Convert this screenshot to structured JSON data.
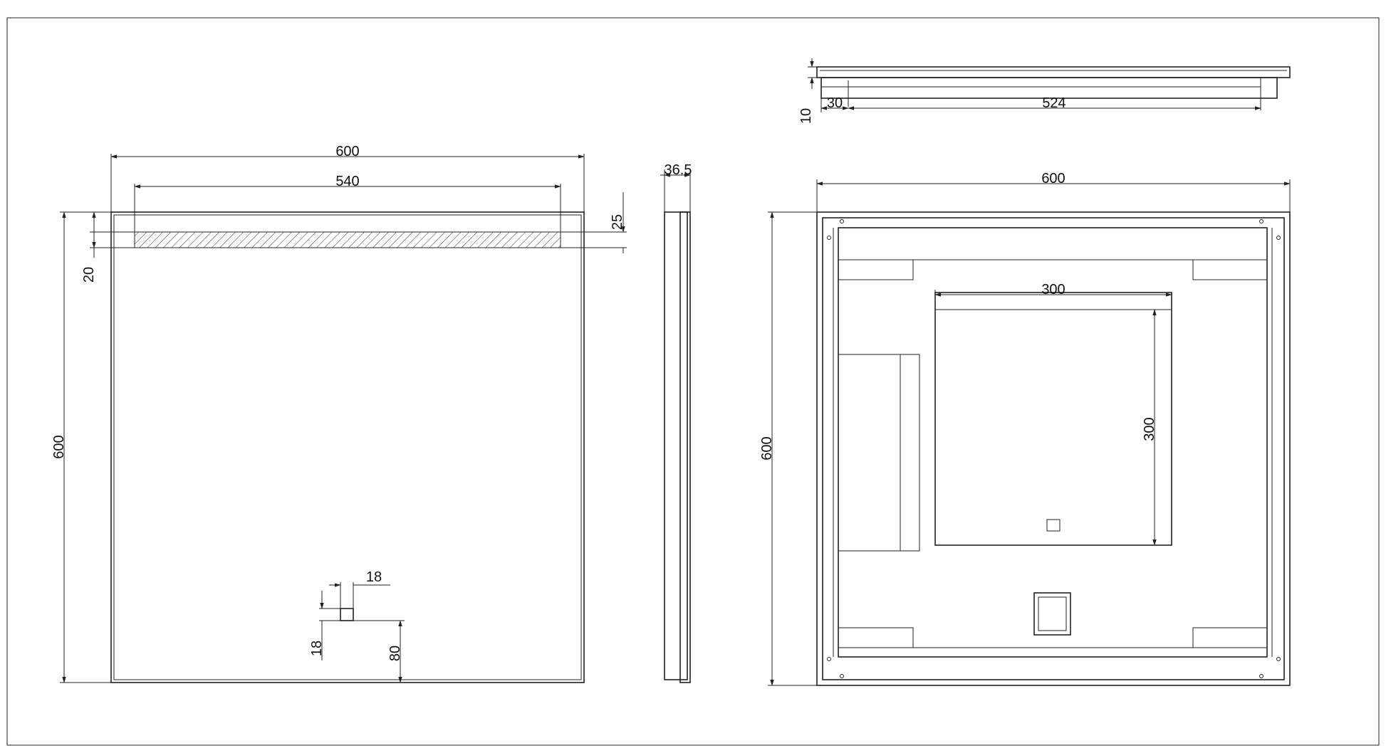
{
  "drawing": {
    "front_view": {
      "width_label": "600",
      "light_strip_width_label": "540",
      "height_label": "600",
      "top_offset_label": "20",
      "strip_height_label": "25",
      "switch_width_label": "18",
      "switch_height_label": "18",
      "switch_bottom_offset_label": "80"
    },
    "side_view": {
      "depth_label": "36.5"
    },
    "top_view": {
      "thickness_label": "10",
      "inset_label": "30",
      "inner_length_label": "524"
    },
    "back_view": {
      "width_label": "600",
      "height_label": "600",
      "panel_width_label": "300",
      "panel_height_label": "300"
    }
  }
}
